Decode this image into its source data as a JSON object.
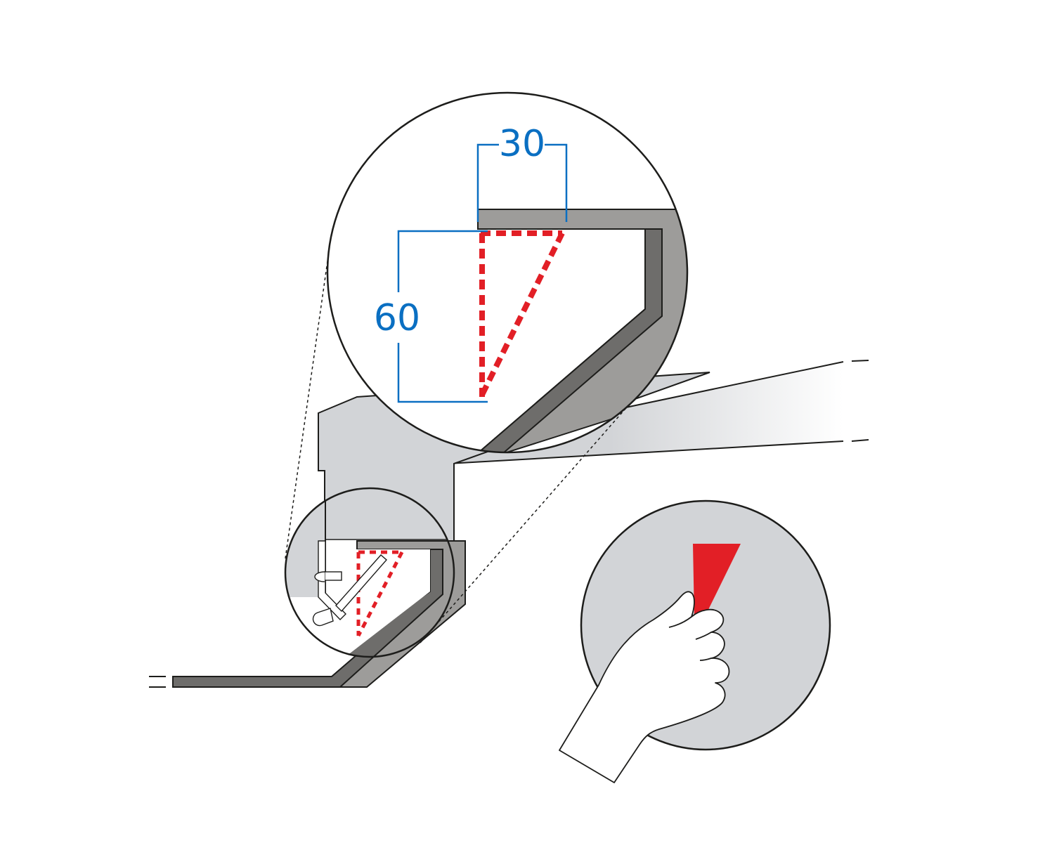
{
  "diagram": {
    "dimensions": {
      "width_label": "30",
      "height_label": "60"
    },
    "colors": {
      "dimension_blue": "#0a6fc2",
      "marking_red": "#e21f26",
      "profile_dark": "#6e6d6b",
      "profile_mid": "#9d9c9a",
      "panel_light": "#d2d4d7",
      "outline": "#1d1d1b"
    },
    "icons": [
      "hand-icon",
      "magnifier-circle",
      "dashed-guide-lines"
    ]
  }
}
